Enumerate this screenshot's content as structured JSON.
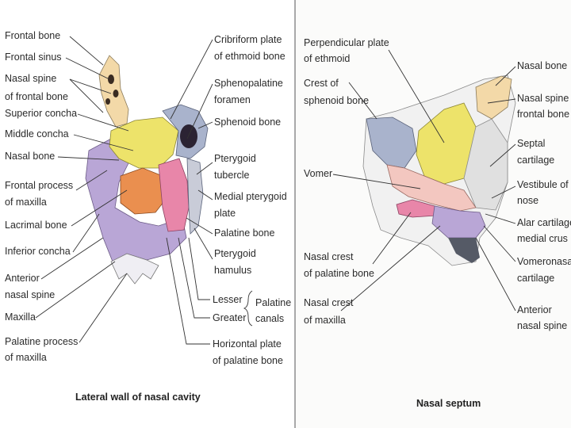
{
  "left_panel": {
    "caption": "Lateral wall of nasal cavity",
    "labels": {
      "frontal_bone": "Frontal bone",
      "frontal_sinus": "Frontal sinus",
      "nasal_spine_frontal_1": "Nasal spine",
      "nasal_spine_frontal_2": "of frontal bone",
      "superior_concha": "Superior concha",
      "middle_concha": "Middle concha",
      "nasal_bone": "Nasal bone",
      "frontal_process_1": "Frontal process",
      "frontal_process_2": "of maxilla",
      "lacrimal_bone": "Lacrimal bone",
      "inferior_concha": "Inferior concha",
      "anterior_nasal_spine_1": "Anterior",
      "anterior_nasal_spine_2": "nasal spine",
      "maxilla": "Maxilla",
      "palatine_process_1": "Palatine process",
      "palatine_process_2": "of maxilla",
      "cribriform_1": "Cribriform plate",
      "cribriform_2": "of ethmoid bone",
      "sphenopalatine_1": "Sphenopalatine",
      "sphenopalatine_2": "foramen",
      "sphenoid_bone": "Sphenoid bone",
      "pterygoid_tubercle_1": "Pterygoid",
      "pterygoid_tubercle_2": "tubercle",
      "medial_pterygoid_1": "Medial pterygoid",
      "medial_pterygoid_2": "plate",
      "palatine_bone": "Palatine bone",
      "pterygoid_hamulus_1": "Pterygoid",
      "pterygoid_hamulus_2": "hamulus",
      "lesser": "Lesser",
      "greater": "Greater",
      "palatine_canals_1": "Palatine",
      "palatine_canals_2": "canals",
      "horizontal_plate_1": "Horizontal plate",
      "horizontal_plate_2": "of palatine bone"
    }
  },
  "right_panel": {
    "caption": "Nasal septum",
    "labels": {
      "perpendicular_plate_1": "Perpendicular plate",
      "perpendicular_plate_2": "of ethmoid",
      "crest_sphenoid_1": "Crest of",
      "crest_sphenoid_2": "sphenoid bone",
      "vomer": "Vomer",
      "nasal_crest_palatine_1": "Nasal crest",
      "nasal_crest_palatine_2": "of palatine bone",
      "nasal_crest_maxilla_1": "Nasal crest",
      "nasal_crest_maxilla_2": "of maxilla",
      "nasal_bone": "Nasal bone",
      "nasal_spine_frontal_1": "Nasal spine of",
      "nasal_spine_frontal_2": "frontal bone",
      "septal_cartilage_1": "Septal",
      "septal_cartilage_2": "cartilage",
      "vestibule_1": "Vestibule of",
      "vestibule_2": "nose",
      "alar_cartilage_1": "Alar cartilage",
      "alar_cartilage_2": "medial crus",
      "vomeronasal_1": "Vomeronasal",
      "vomeronasal_2": "cartilage",
      "anterior_nasal_spine_1": "Anterior",
      "anterior_nasal_spine_2": "nasal spine"
    }
  },
  "colors": {
    "frontal_bone": "#f3d9a8",
    "ethmoid": "#ede36a",
    "maxilla": "#b9a6d6",
    "lacrimal": "#ea8f4f",
    "palatine": "#e886a9",
    "sphenoid": "#a9b3cc",
    "vomer": "#f3c7c0",
    "septal_cartilage": "#e0e0e0",
    "leader": "#333333"
  }
}
